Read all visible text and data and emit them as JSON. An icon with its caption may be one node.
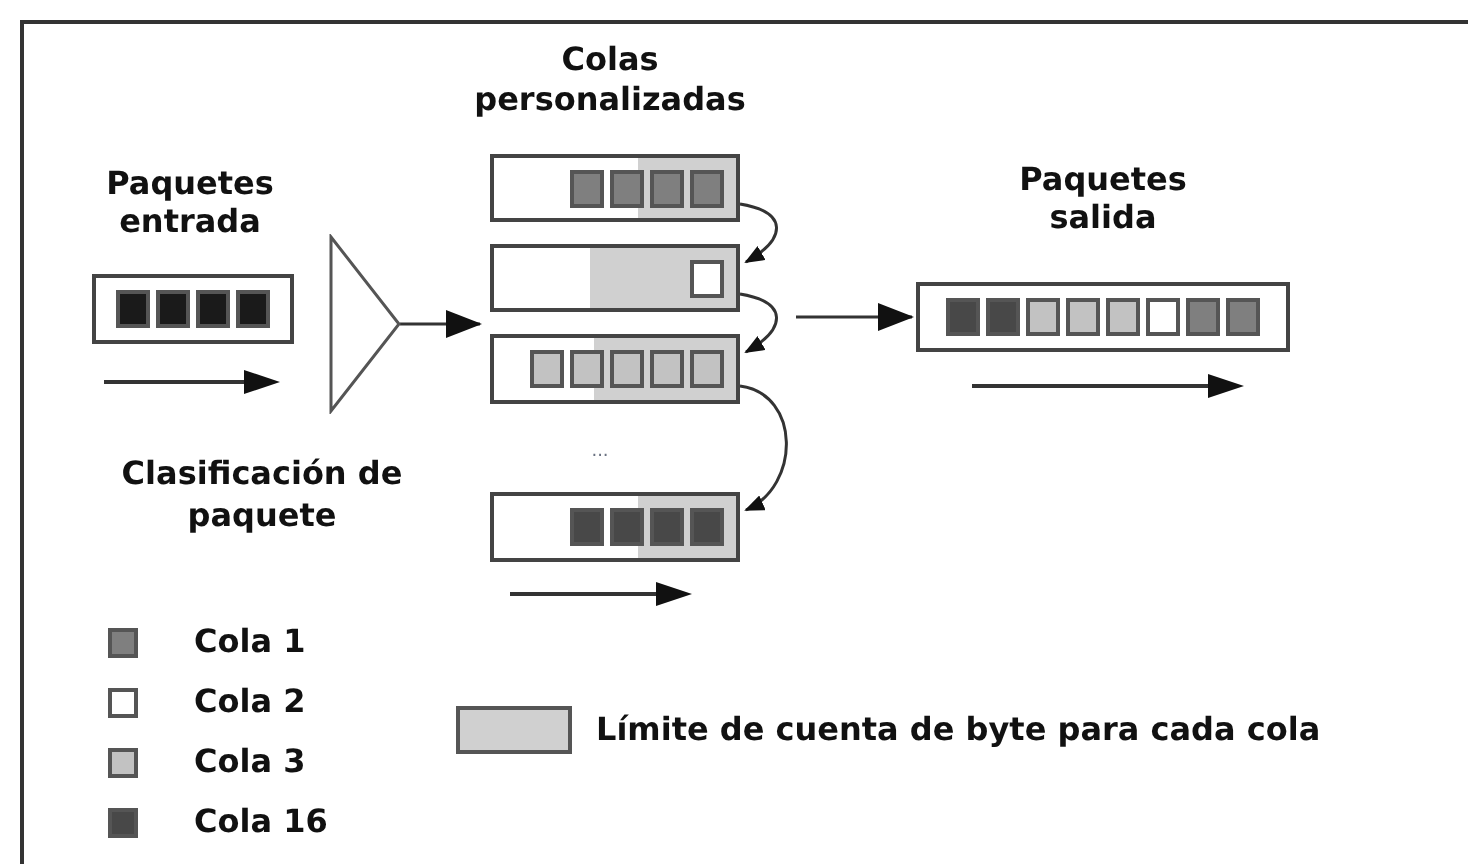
{
  "diagram": {
    "nodes": [
      {
        "text": [
          "Paquetes entrada"
        ]
      },
      {
        "text": [],
        "shape": "triangle",
        "beside": [
          "Clasificación de paquete"
        ]
      },
      {
        "text": [],
        "shape": "bar"
      },
      {
        "text": [],
        "shape": "bar"
      },
      {
        "text": [],
        "shape": "bar"
      },
      {
        "text": [],
        "shape": "bar"
      },
      {
        "text": [
          "Paquetes salida"
        ]
      }
    ],
    "edges": [
      {
        "from": 1,
        "to": 3,
        "arrow": "to"
      },
      {
        "from": 2,
        "to": 3,
        "arrow": "to"
      },
      {
        "from": 3,
        "to": 4,
        "arrow": "to"
      },
      {
        "from": 4,
        "to": 5,
        "arrow": "to"
      },
      {
        "from": null,
        "to": 6,
        "arrow": "to"
      }
    ],
    "labels": [
      "Colas personalizadas",
      "..."
    ],
    "legend": [
      {
        "text": "Cola 1",
        "color": "#7f7f7f"
      },
      {
        "text": "Cola 2",
        "color": "#ffffff"
      },
      {
        "text": "Cola 3",
        "color": "#c2c2c2"
      },
      {
        "text": "Cola 16",
        "color": "#484848"
      },
      {
        "text": "Límite de cuenta de byte para cada cola",
        "color": "#d0d0d0"
      }
    ]
  }
}
